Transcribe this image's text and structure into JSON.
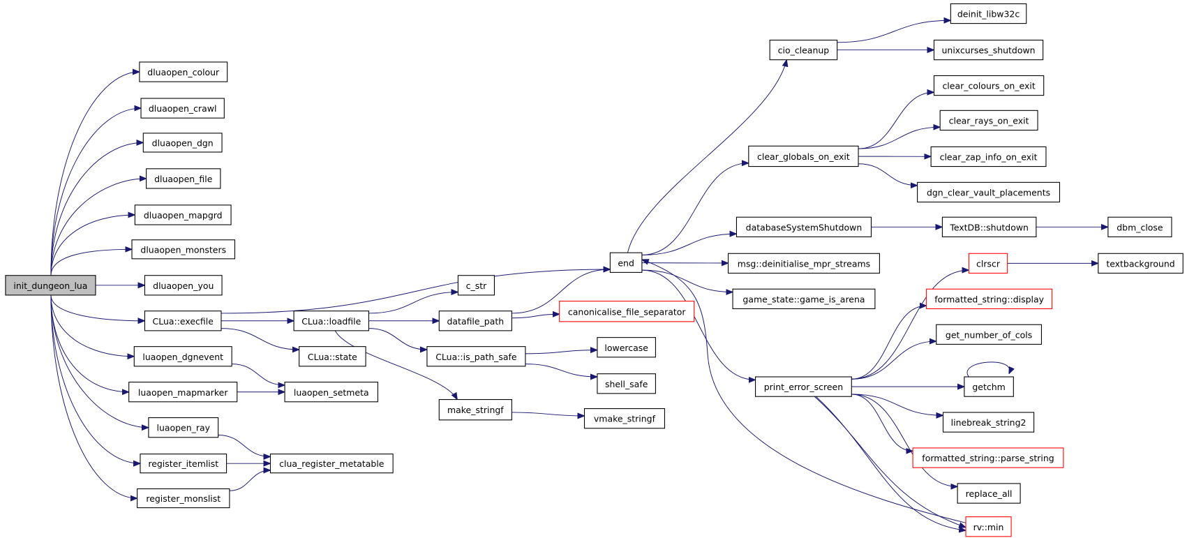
{
  "graph": {
    "edge_color": "#191970",
    "nodes": {
      "init_dungeon_lua": {
        "label": "init_dungeon_lua",
        "fill": "#bfbfbf",
        "border": "#000000"
      },
      "dluaopen_colour": {
        "label": "dluaopen_colour"
      },
      "dluaopen_crawl": {
        "label": "dluaopen_crawl"
      },
      "dluaopen_dgn": {
        "label": "dluaopen_dgn"
      },
      "dluaopen_file": {
        "label": "dluaopen_file"
      },
      "dluaopen_mapgrd": {
        "label": "dluaopen_mapgrd"
      },
      "dluaopen_monsters": {
        "label": "dluaopen_monsters"
      },
      "dluaopen_you": {
        "label": "dluaopen_you"
      },
      "clua_execfile": {
        "label": "CLua::execfile"
      },
      "luaopen_dgnevent": {
        "label": "luaopen_dgnevent"
      },
      "luaopen_mapmarker": {
        "label": "luaopen_mapmarker"
      },
      "luaopen_ray": {
        "label": "luaopen_ray"
      },
      "register_itemlist": {
        "label": "register_itemlist"
      },
      "register_monslist": {
        "label": "register_monslist"
      },
      "clua_loadfile": {
        "label": "CLua::loadfile"
      },
      "clua_state": {
        "label": "CLua::state"
      },
      "luaopen_setmeta": {
        "label": "luaopen_setmeta"
      },
      "clua_register_metatable": {
        "label": "clua_register_metatable"
      },
      "c_str": {
        "label": "c_str"
      },
      "datafile_path": {
        "label": "datafile_path"
      },
      "canonicalise_file_separator": {
        "label": "canonicalise_file_separator",
        "border": "#ff0000"
      },
      "clua_is_path_safe": {
        "label": "CLua::is_path_safe"
      },
      "make_stringf": {
        "label": "make_stringf"
      },
      "lowercase": {
        "label": "lowercase"
      },
      "shell_safe": {
        "label": "shell_safe"
      },
      "vmake_stringf": {
        "label": "vmake_stringf"
      },
      "end": {
        "label": "end"
      },
      "cio_cleanup": {
        "label": "cio_cleanup"
      },
      "clear_globals_on_exit": {
        "label": "clear_globals_on_exit"
      },
      "databaseSystemShutdown": {
        "label": "databaseSystemShutdown"
      },
      "msg_deinitialise_mpr_streams": {
        "label": "msg::deinitialise_mpr_streams"
      },
      "game_state_game_is_arena": {
        "label": "game_state::game_is_arena"
      },
      "print_error_screen": {
        "label": "print_error_screen"
      },
      "deinit_libw32c": {
        "label": "deinit_libw32c"
      },
      "unixcurses_shutdown": {
        "label": "unixcurses_shutdown"
      },
      "clear_colours_on_exit": {
        "label": "clear_colours_on_exit"
      },
      "clear_rays_on_exit": {
        "label": "clear_rays_on_exit"
      },
      "clear_zap_info_on_exit": {
        "label": "clear_zap_info_on_exit"
      },
      "dgn_clear_vault_placements": {
        "label": "dgn_clear_vault_placements"
      },
      "textdb_shutdown": {
        "label": "TextDB::shutdown"
      },
      "dbm_close": {
        "label": "dbm_close"
      },
      "clrscr": {
        "label": "clrscr",
        "border": "#ff0000"
      },
      "textbackground": {
        "label": "textbackground"
      },
      "formatted_string_display": {
        "label": "formatted_string::display",
        "border": "#ff0000"
      },
      "get_number_of_cols": {
        "label": "get_number_of_cols"
      },
      "getchm": {
        "label": "getchm"
      },
      "linebreak_string2": {
        "label": "linebreak_string2"
      },
      "formatted_string_parse_string": {
        "label": "formatted_string::parse_string",
        "border": "#ff0000"
      },
      "replace_all": {
        "label": "replace_all"
      },
      "rv_min": {
        "label": "rv::min",
        "border": "#ff0000"
      }
    },
    "edges": [
      [
        "init_dungeon_lua",
        "dluaopen_colour"
      ],
      [
        "init_dungeon_lua",
        "dluaopen_crawl"
      ],
      [
        "init_dungeon_lua",
        "dluaopen_dgn"
      ],
      [
        "init_dungeon_lua",
        "dluaopen_file"
      ],
      [
        "init_dungeon_lua",
        "dluaopen_mapgrd"
      ],
      [
        "init_dungeon_lua",
        "dluaopen_monsters"
      ],
      [
        "init_dungeon_lua",
        "dluaopen_you"
      ],
      [
        "init_dungeon_lua",
        "clua_execfile"
      ],
      [
        "init_dungeon_lua",
        "luaopen_dgnevent"
      ],
      [
        "init_dungeon_lua",
        "luaopen_mapmarker"
      ],
      [
        "init_dungeon_lua",
        "luaopen_ray"
      ],
      [
        "init_dungeon_lua",
        "register_itemlist"
      ],
      [
        "init_dungeon_lua",
        "register_monslist"
      ],
      [
        "clua_execfile",
        "end"
      ],
      [
        "clua_execfile",
        "clua_loadfile"
      ],
      [
        "clua_execfile",
        "clua_state"
      ],
      [
        "luaopen_dgnevent",
        "luaopen_setmeta"
      ],
      [
        "luaopen_mapmarker",
        "luaopen_setmeta"
      ],
      [
        "luaopen_ray",
        "clua_register_metatable"
      ],
      [
        "register_itemlist",
        "clua_register_metatable"
      ],
      [
        "register_monslist",
        "clua_register_metatable"
      ],
      [
        "clua_loadfile",
        "c_str"
      ],
      [
        "clua_loadfile",
        "datafile_path"
      ],
      [
        "clua_loadfile",
        "clua_is_path_safe"
      ],
      [
        "clua_loadfile",
        "make_stringf"
      ],
      [
        "datafile_path",
        "end"
      ],
      [
        "datafile_path",
        "canonicalise_file_separator"
      ],
      [
        "clua_is_path_safe",
        "lowercase"
      ],
      [
        "clua_is_path_safe",
        "shell_safe"
      ],
      [
        "make_stringf",
        "vmake_stringf"
      ],
      [
        "end",
        "cio_cleanup"
      ],
      [
        "end",
        "clear_globals_on_exit"
      ],
      [
        "end",
        "databaseSystemShutdown"
      ],
      [
        "end",
        "msg_deinitialise_mpr_streams"
      ],
      [
        "end",
        "game_state_game_is_arena"
      ],
      [
        "end",
        "print_error_screen"
      ],
      [
        "end",
        "rv_min"
      ],
      [
        "cio_cleanup",
        "deinit_libw32c"
      ],
      [
        "cio_cleanup",
        "unixcurses_shutdown"
      ],
      [
        "clear_globals_on_exit",
        "clear_colours_on_exit"
      ],
      [
        "clear_globals_on_exit",
        "clear_rays_on_exit"
      ],
      [
        "clear_globals_on_exit",
        "clear_zap_info_on_exit"
      ],
      [
        "clear_globals_on_exit",
        "dgn_clear_vault_placements"
      ],
      [
        "databaseSystemShutdown",
        "textdb_shutdown"
      ],
      [
        "textdb_shutdown",
        "dbm_close"
      ],
      [
        "print_error_screen",
        "clrscr"
      ],
      [
        "print_error_screen",
        "formatted_string_display"
      ],
      [
        "print_error_screen",
        "get_number_of_cols"
      ],
      [
        "print_error_screen",
        "getchm"
      ],
      [
        "print_error_screen",
        "linebreak_string2"
      ],
      [
        "print_error_screen",
        "formatted_string_parse_string"
      ],
      [
        "print_error_screen",
        "replace_all"
      ],
      [
        "print_error_screen",
        "rv_min"
      ],
      [
        "clrscr",
        "textbackground"
      ],
      [
        "getchm",
        "getchm"
      ]
    ]
  }
}
